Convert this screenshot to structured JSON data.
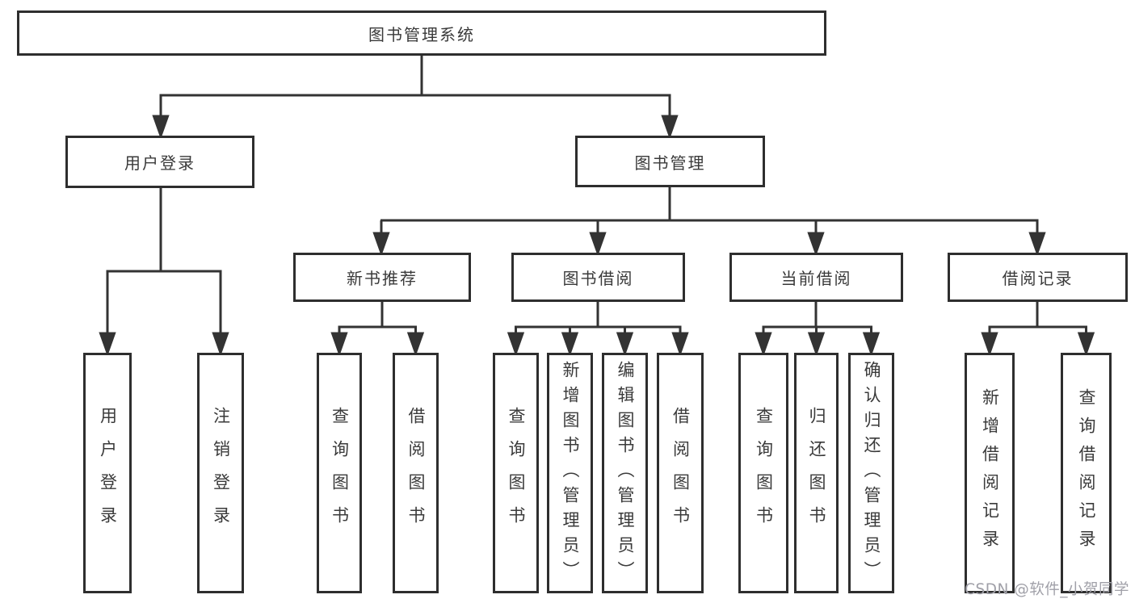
{
  "diagram": {
    "root": {
      "label": "图书管理系统"
    },
    "branches": [
      {
        "label": "用户登录",
        "children": [
          {
            "label": "用户登录"
          },
          {
            "label": "注销登录"
          }
        ]
      },
      {
        "label": "图书管理",
        "children": [
          {
            "label": "新书推荐",
            "children": [
              {
                "label": "查询图书"
              },
              {
                "label": "借阅图书"
              }
            ]
          },
          {
            "label": "图书借阅",
            "children": [
              {
                "label": "查询图书"
              },
              {
                "label": "新增图书（管理员）"
              },
              {
                "label": "编辑图书（管理员）"
              },
              {
                "label": "借阅图书"
              }
            ]
          },
          {
            "label": "当前借阅",
            "children": [
              {
                "label": "查询图书"
              },
              {
                "label": "归还图书"
              },
              {
                "label": "确认归还（管理员）"
              }
            ]
          },
          {
            "label": "借阅记录",
            "children": [
              {
                "label": "新增借阅记录"
              },
              {
                "label": "查询借阅记录"
              }
            ]
          }
        ]
      }
    ]
  },
  "watermark": {
    "text": "CSDN @软件_小贺同学"
  },
  "colors": {
    "line": "#333333",
    "box_border": "#2e2e2e",
    "text": "#3a3a3a",
    "background": "#ffffff",
    "watermark": "#a0a0a8"
  }
}
